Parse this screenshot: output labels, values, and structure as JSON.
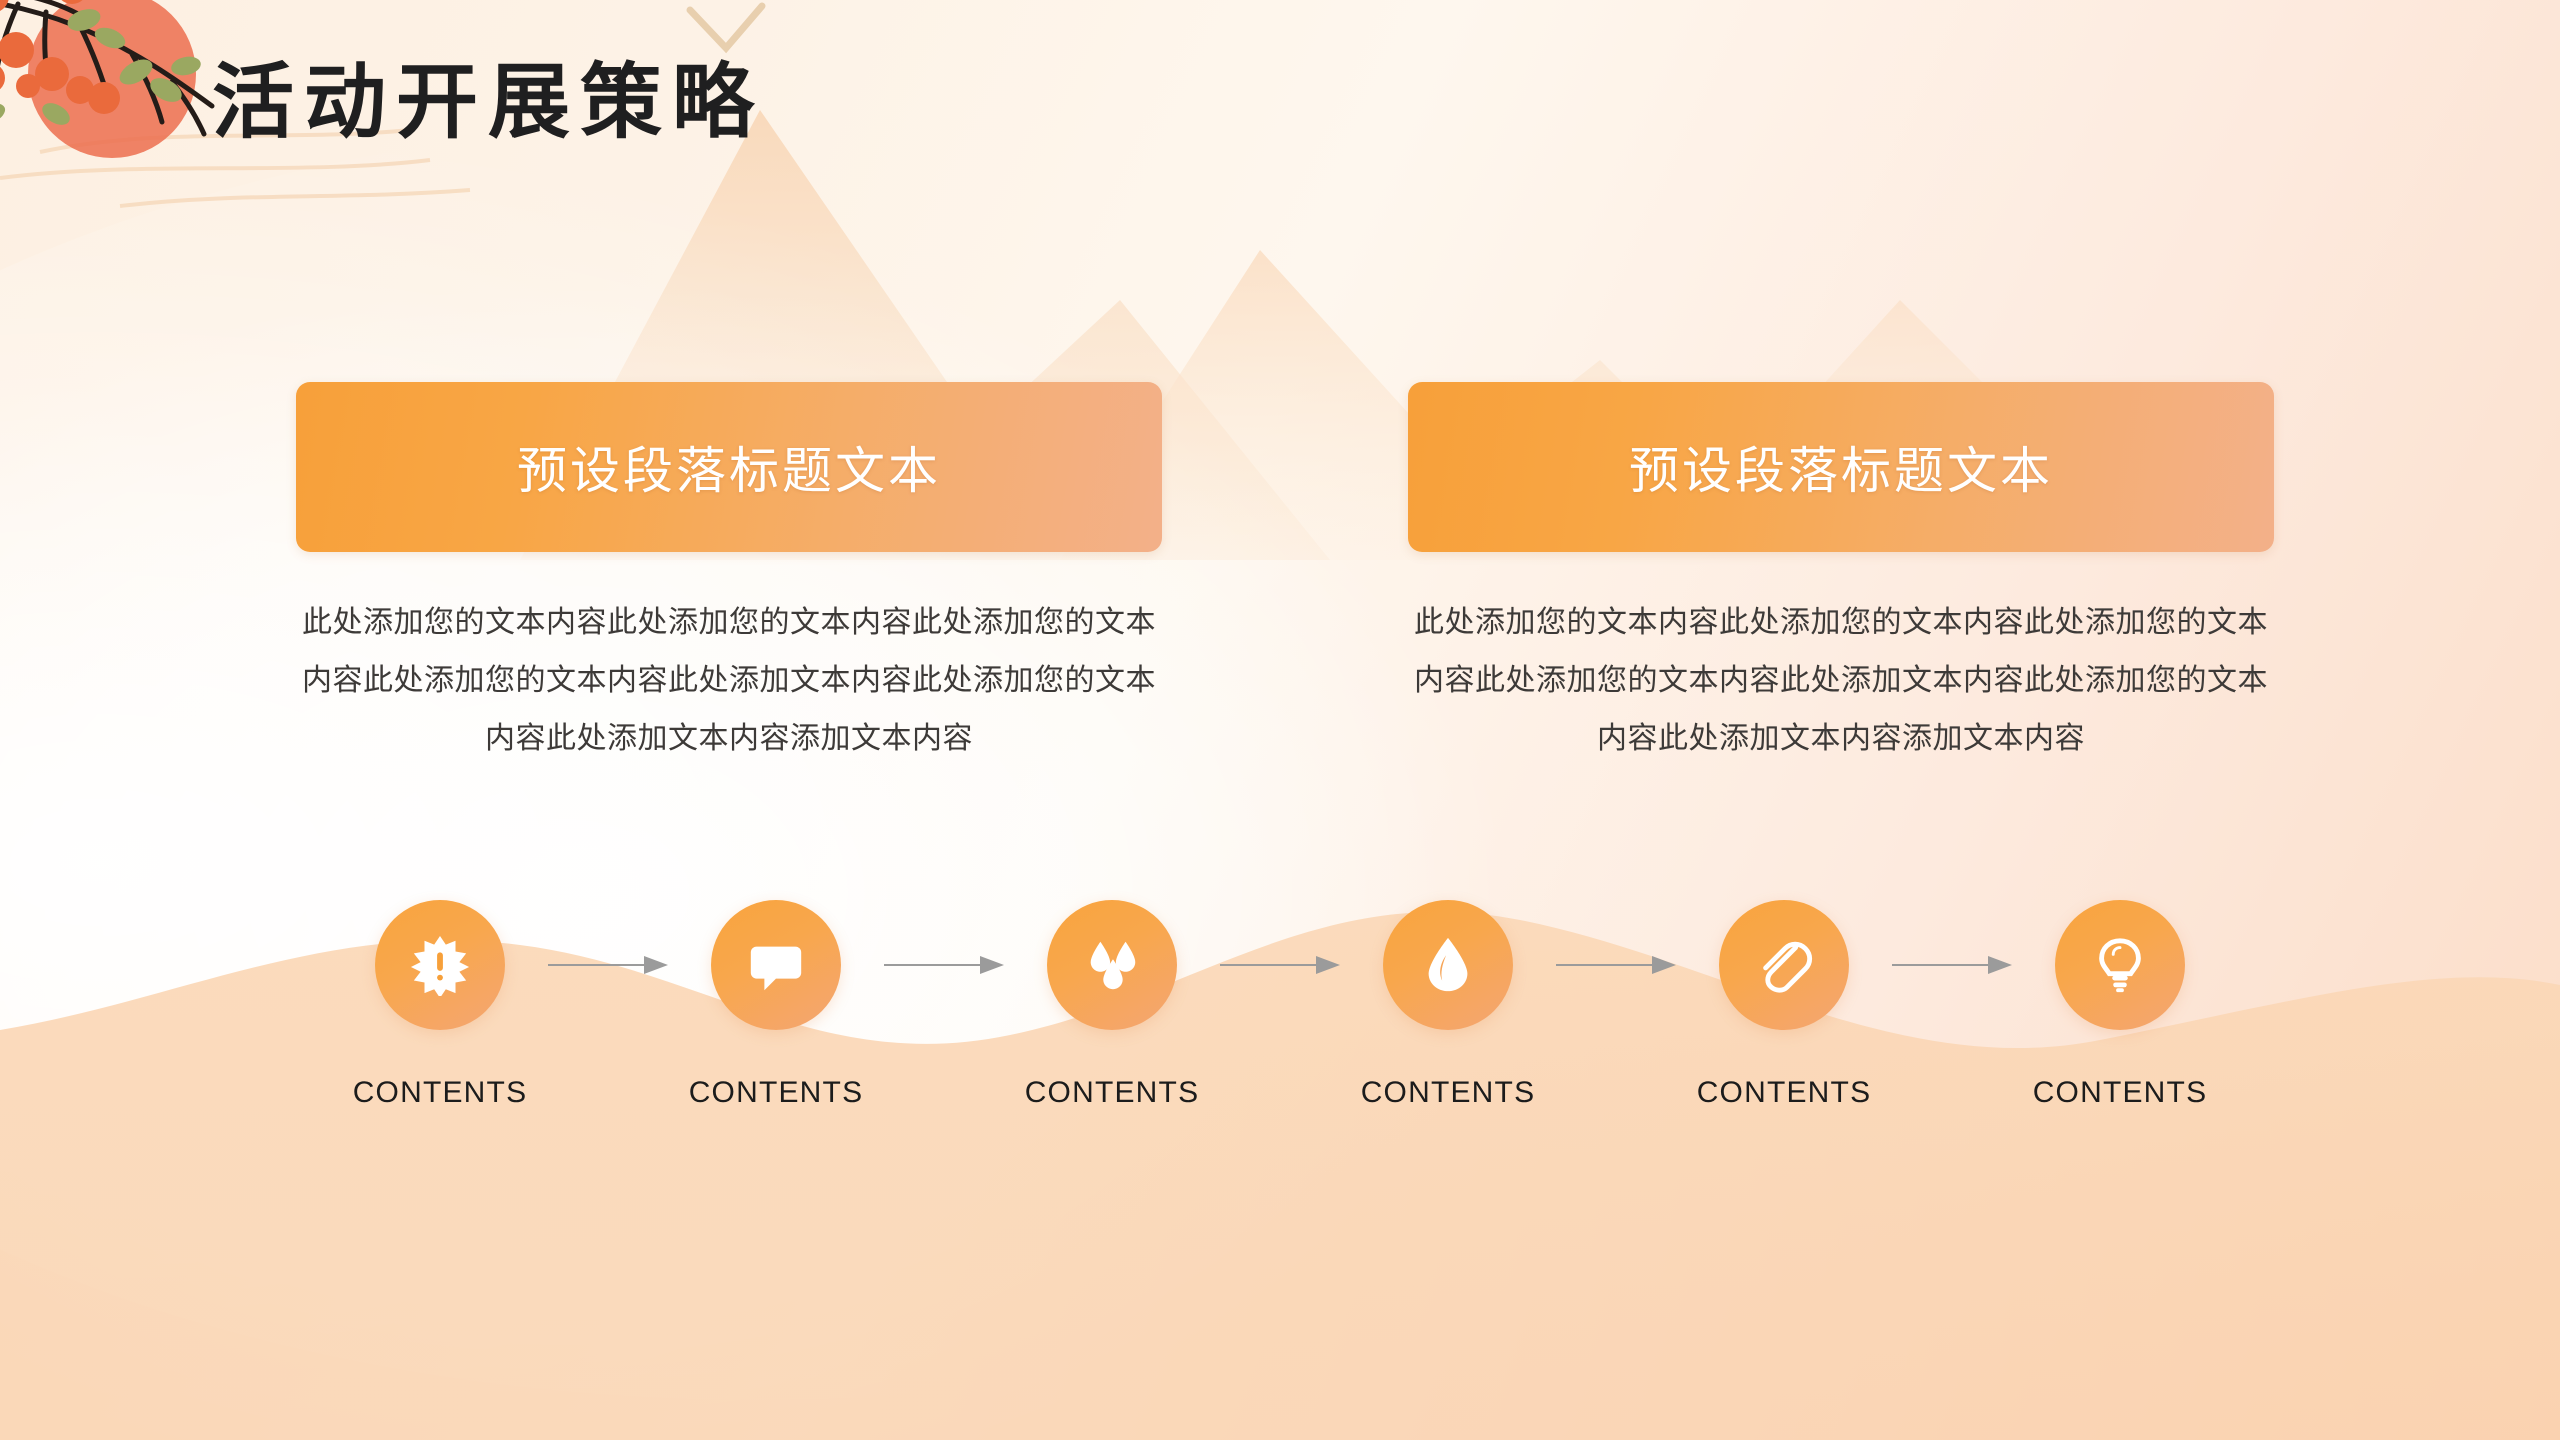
{
  "slide": {
    "title": "活动开展策略",
    "accent_color": "#f7a03a",
    "accent_color_end": "#f3b089",
    "background_color": "#fdf2e6",
    "text_color": "#3d3a38"
  },
  "decoration": {
    "branch_icon": "persimmon-branch-icon",
    "sun_icon": "red-sun-circle-icon",
    "mountains_icon": "mountain-silhouette-icon"
  },
  "columns": [
    {
      "heading": "预设段落标题文本",
      "body": "此处添加您的文本内容此处添加您的文本内容此处添加您的文本内容此处添加您的文本内容此处添加文本内容此处添加您的文本内容此处添加文本内容添加文本内容"
    },
    {
      "heading": "预设段落标题文本",
      "body": "此处添加您的文本内容此处添加您的文本内容此处添加您的文本内容此处添加您的文本内容此处添加文本内容此处添加您的文本内容此处添加文本内容添加文本内容"
    }
  ],
  "process": {
    "arrow_icon": "arrow-right-icon",
    "arrow_color": "#9b9b9b",
    "steps": [
      {
        "icon": "burst-alert-icon",
        "label": "CONTENTS"
      },
      {
        "icon": "speech-bubble-icon",
        "label": "CONTENTS"
      },
      {
        "icon": "water-drops-icon",
        "label": "CONTENTS"
      },
      {
        "icon": "single-droplet-icon",
        "label": "CONTENTS"
      },
      {
        "icon": "paperclip-icon",
        "label": "CONTENTS"
      },
      {
        "icon": "lightbulb-icon",
        "label": "CONTENTS"
      }
    ]
  }
}
